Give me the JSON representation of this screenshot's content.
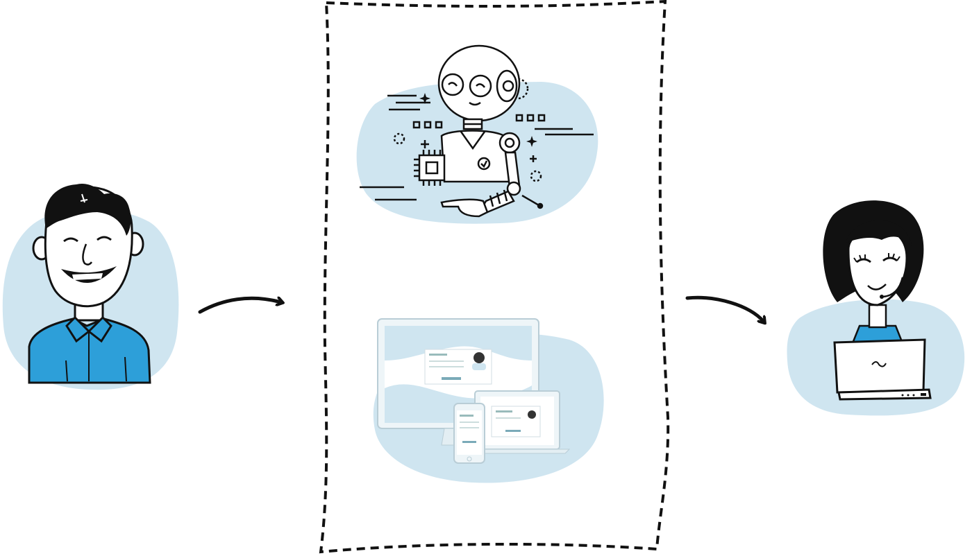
{
  "colors": {
    "ink": "#111111",
    "blob": "#cfe5f0",
    "shirt": "#2d9fd9",
    "shirt_light": "#7fc3e3",
    "screen_blue": "#8fc4d8",
    "device_frame": "#e3eef3",
    "white": "#ffffff"
  },
  "nodes": [
    {
      "id": "customer",
      "icon": "smiling-man-icon"
    },
    {
      "id": "ai-bot",
      "icon": "robot-icon"
    },
    {
      "id": "multi-device-app",
      "icon": "devices-icon"
    },
    {
      "id": "support-agent",
      "icon": "woman-with-headset-laptop-icon"
    }
  ],
  "edges": [
    {
      "from": "customer",
      "to": "automation-group"
    },
    {
      "from": "automation-group",
      "to": "support-agent"
    }
  ],
  "groups": [
    {
      "id": "automation-group",
      "style": "dashed",
      "contains": [
        "ai-bot",
        "multi-device-app"
      ]
    }
  ]
}
